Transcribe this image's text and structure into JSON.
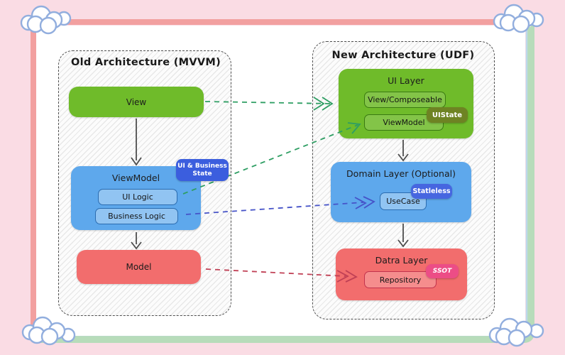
{
  "left_panel": {
    "title": "Old Architecture (MVVM)",
    "view": "View",
    "viewmodel": "ViewModel",
    "ui_logic": "UI Logic",
    "business_logic": "Business Logic",
    "state_badge": "UI & Business State",
    "model": "Model"
  },
  "right_panel": {
    "title": "New Architecture (UDF)",
    "ui_layer_title": "UI Layer",
    "view_composeable": "View/Composeable",
    "viewmodel": "ViewModel",
    "uistate_badge": "UIState",
    "domain_layer_title": "Domain Layer (Optional)",
    "usecase": "UseCase",
    "stateless_badge": "Statleless",
    "data_layer_title": "Datra Layer",
    "repository": "Repository",
    "ssot_badge": "SSOT"
  },
  "colors": {
    "page_background": "#fadce4",
    "frame_salmon": "#f2a0a0",
    "frame_green": "#b7dcba",
    "green_box": "#6fbb2a",
    "blue_box": "#5ea8ec",
    "red_box": "#f26d6d",
    "badge_blue": "#3b5ede",
    "badge_olive": "#6e8323",
    "badge_pink": "#ec4d86",
    "arrow_green": "#2e9e63",
    "arrow_indigo": "#4653c8",
    "arrow_red": "#c04055"
  }
}
